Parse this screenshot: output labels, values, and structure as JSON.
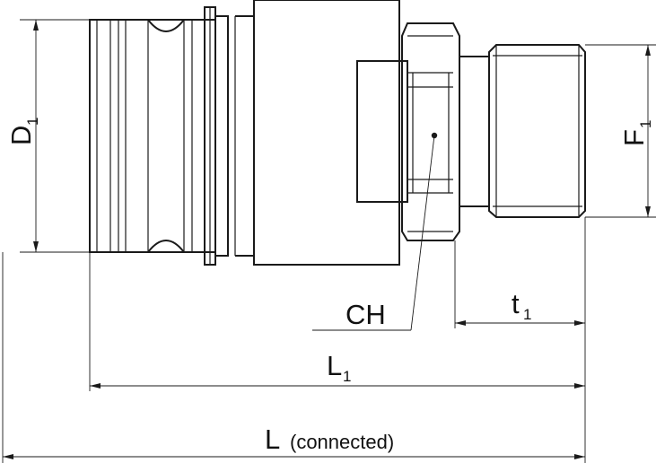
{
  "labels": {
    "d1_main": "D",
    "d1_sub": "1",
    "f1_main": "F",
    "f1_sub": "1",
    "ch": "CH",
    "t1_main": "t",
    "t1_sub": "1",
    "l1_main": "L",
    "l1_sub": "1",
    "l_main": "L",
    "l_note": "(connected)"
  },
  "colors": {
    "line": "#1a1a1a",
    "background": "#ffffff"
  }
}
